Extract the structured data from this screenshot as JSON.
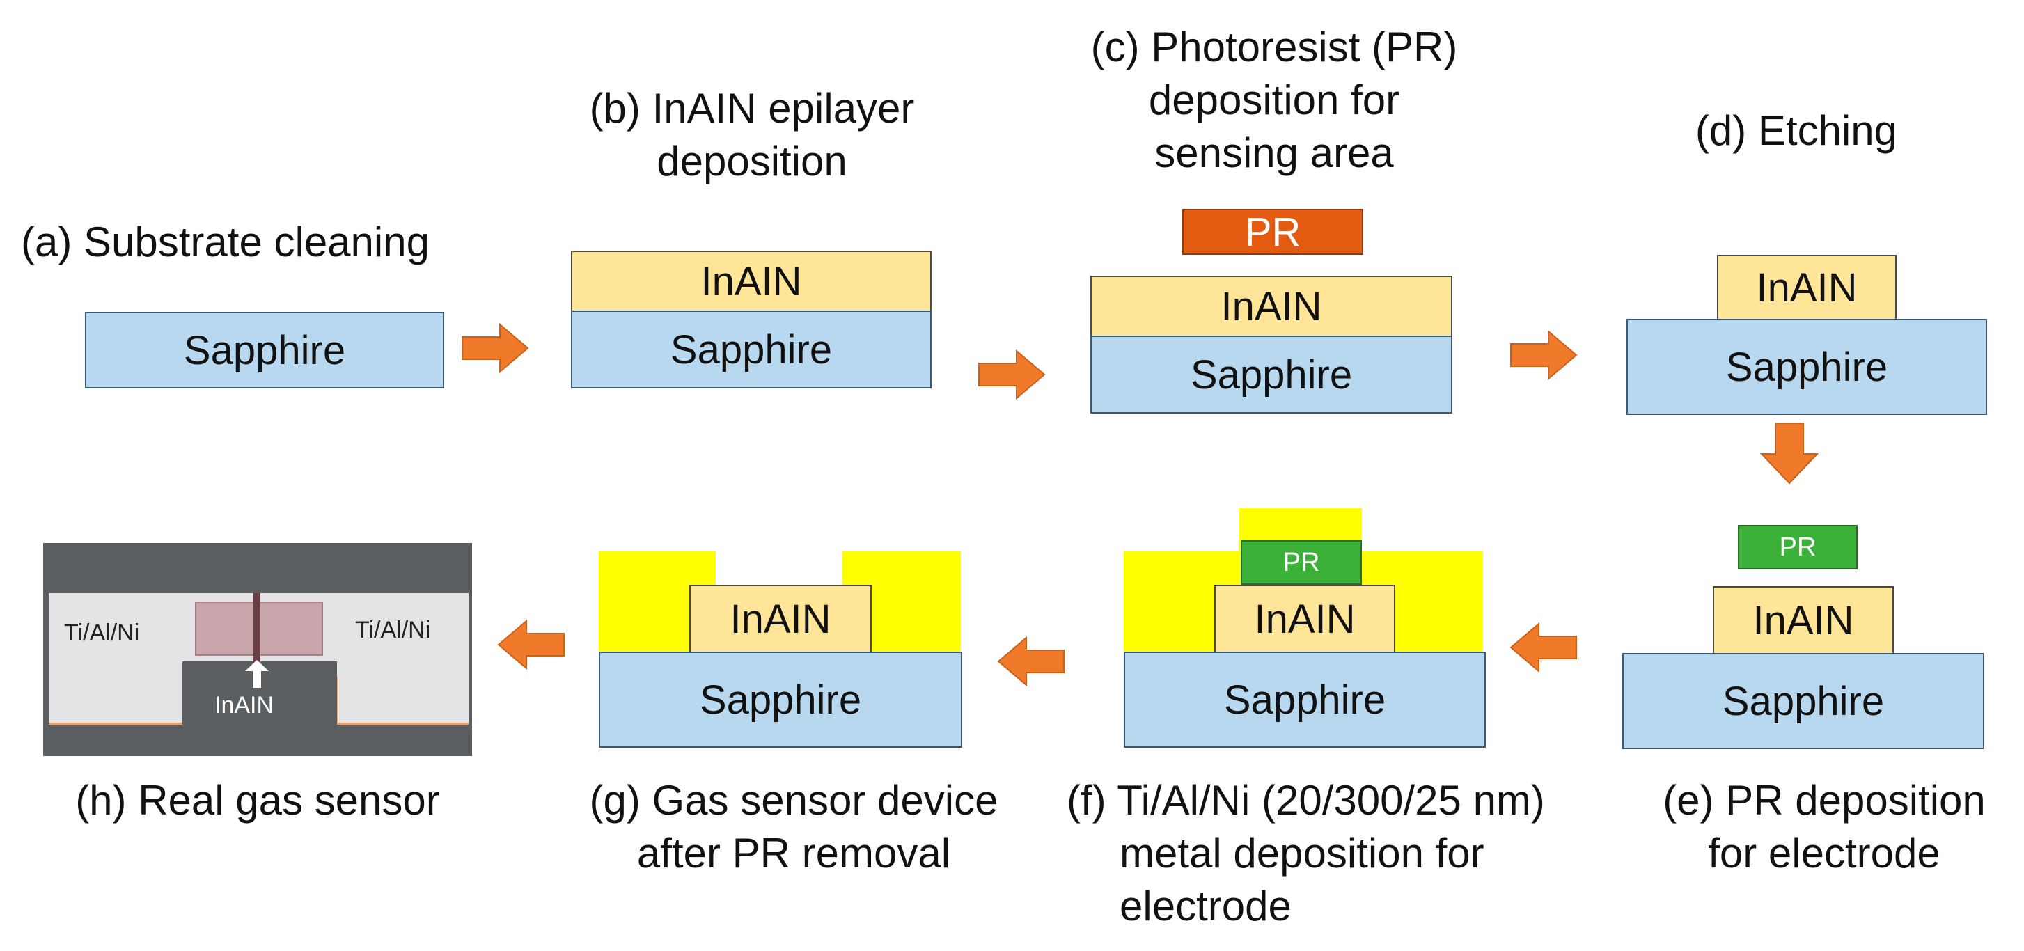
{
  "captions": {
    "a": [
      "(a) Substrate cleaning"
    ],
    "b": [
      "(b) InAIN epilayer",
      "deposition"
    ],
    "c": [
      "(c) Photoresist (PR)",
      "deposition for",
      "sensing area"
    ],
    "d": [
      "(d) Etching"
    ],
    "e": [
      "(e) PR deposition",
      "for electrode"
    ],
    "f": [
      "(f) Ti/Al/Ni (20/300/25 nm)",
      "metal deposition for",
      "electrode"
    ],
    "g": [
      "(g) Gas sensor device",
      "after PR removal"
    ],
    "h": [
      "(h) Real gas sensor"
    ]
  },
  "layers": {
    "sapphire": "Sapphire",
    "inaln": "InAIN",
    "pr": "PR"
  },
  "photo": {
    "left_pad_label": "Ti/Al/Ni",
    "right_pad_label": "Ti/Al/Ni",
    "channel_label": "InAIN"
  },
  "colors": {
    "sapphire": "#b8d8f0",
    "inaln": "#ffe597",
    "pr_sensing": "#e35b10",
    "pr_electrode": "#3cb13a",
    "metal": "#ffff00",
    "arrow": "#f07a2a"
  }
}
